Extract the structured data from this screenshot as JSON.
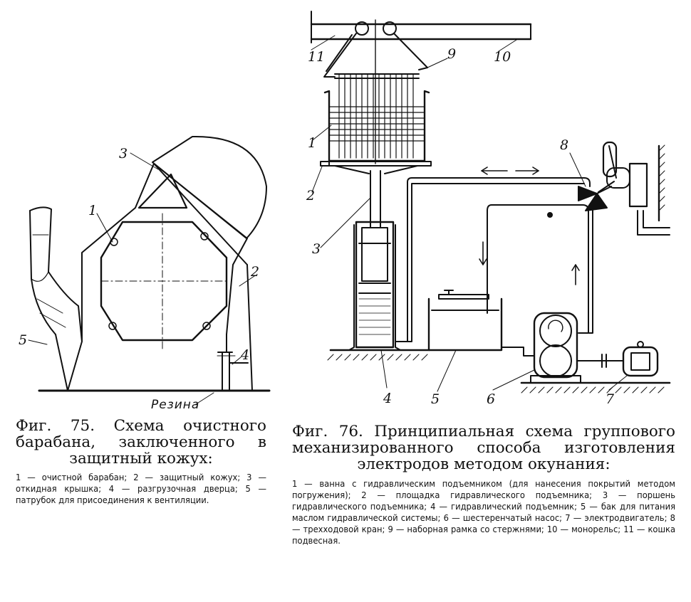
{
  "fig75": {
    "labels": {
      "l1": "1",
      "l2": "2",
      "l3": "3",
      "l4": "4",
      "l5": "5"
    },
    "rubber": "Резина",
    "caption": "Фиг. 75. Схема очистного барабана, заключенного в защитный кожух:",
    "legend": "1 — очистной барабан; 2 — защитный кожух; 3 — откидная крышка; 4 — разгрузочная дверца; 5 — патрубок для присоединения к вентиляции."
  },
  "fig76": {
    "labels": {
      "l1": "1",
      "l2": "2",
      "l3": "3",
      "l4": "4",
      "l5": "5",
      "l6": "6",
      "l7": "7",
      "l8": "8",
      "l9": "9",
      "l10": "10",
      "l11": "11"
    },
    "caption": "Фиг. 76. Принципиальная схема группового механизированного способа изготовления электродов методом окунания:",
    "legend": "1 — ванна с гидравлическим подъемником (для нанесения покрытий методом погружения); 2 — площадка гидравлического подъемника; 3 — поршень гидравлического подъемника; 4 — гидравлический подъемник; 5 — бак для питания маслом гидравлической системы; 6 — шестеренчатый насос; 7 — электродвигатель; 8 — трехходовой кран; 9 — наборная рамка со стержнями; 10 — монорельс; 11 — кошка подвесная."
  }
}
